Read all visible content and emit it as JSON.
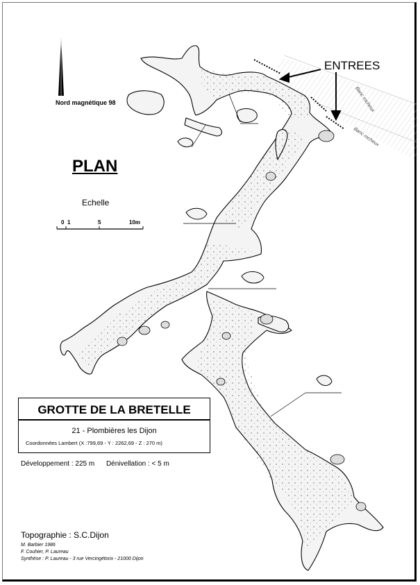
{
  "map": {
    "north_label": "Nord magnétique 98",
    "plan_title": "PLAN",
    "scale": {
      "label": "Echelle",
      "ticks": [
        "0",
        "1",
        "5",
        "10m"
      ]
    },
    "entrances_label": "ENTREES",
    "rock_labels": [
      "Banc rocheux",
      "Banc rocheux"
    ],
    "title_box": {
      "title": "GROTTE DE LA BRETELLE",
      "place": "21 - Plombières les Dijon",
      "coords": "Coordonnées Lambert   (X :799,69  - Y : 2262,69 - Z : 270  m)"
    },
    "stats": {
      "development": "Développement : 225 m",
      "denivellation": "Dénivellation : < 5 m"
    },
    "credits": {
      "title": "Topographie : S.C.Dijon",
      "lines": [
        "M. Barbier 1986",
        "F. Couhier, P. Laureau",
        "Synthèse : P. Laureau - 3 rue Vercingétorix - 21000 Dijon"
      ]
    },
    "colors": {
      "ink": "#000000",
      "paper": "#ffffff",
      "fill": "#f4f4f4"
    }
  }
}
